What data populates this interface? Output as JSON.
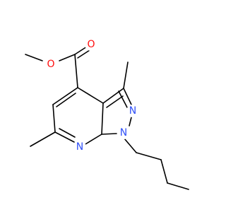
{
  "molecule": {
    "atoms": [
      {
        "id": "O_methoxy",
        "label": "O",
        "color": "#ff0d0d"
      },
      {
        "id": "O_carbonyl",
        "label": "O",
        "color": "#ff0d0d"
      },
      {
        "id": "N_pyrazole",
        "label": "N",
        "color": "#3050f8"
      },
      {
        "id": "N_butyl",
        "label": "N",
        "color": "#3050f8"
      },
      {
        "id": "N_pyridine",
        "label": "N",
        "color": "#3050f8"
      }
    ],
    "bond_color": "#000000"
  }
}
